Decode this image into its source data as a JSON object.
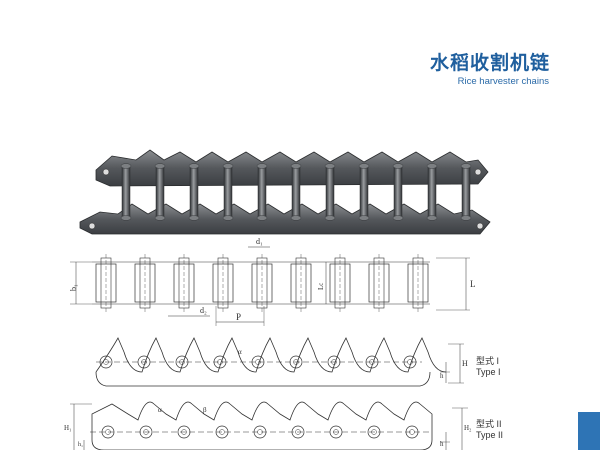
{
  "header": {
    "title_cn": "水稻收割机链",
    "title_en": "Rice harvester chains"
  },
  "dimensions": {
    "d1": "d₁",
    "d2": "d₂",
    "b1": "b₁",
    "L": "L",
    "Lc": "Lc",
    "P": "P",
    "H": "H",
    "h": "h",
    "h1": "h₁",
    "H1": "H₁",
    "H2": "H₂",
    "alpha": "α",
    "beta": "β"
  },
  "types": {
    "type1_cn": "型式 I",
    "type1_en": "Type I",
    "type2_cn": "型式 II",
    "type2_en": "Type II"
  },
  "colors": {
    "title": "#1f5f9e",
    "accent": "#2e74b5",
    "metal": "#6b6f73",
    "line": "#333333"
  }
}
